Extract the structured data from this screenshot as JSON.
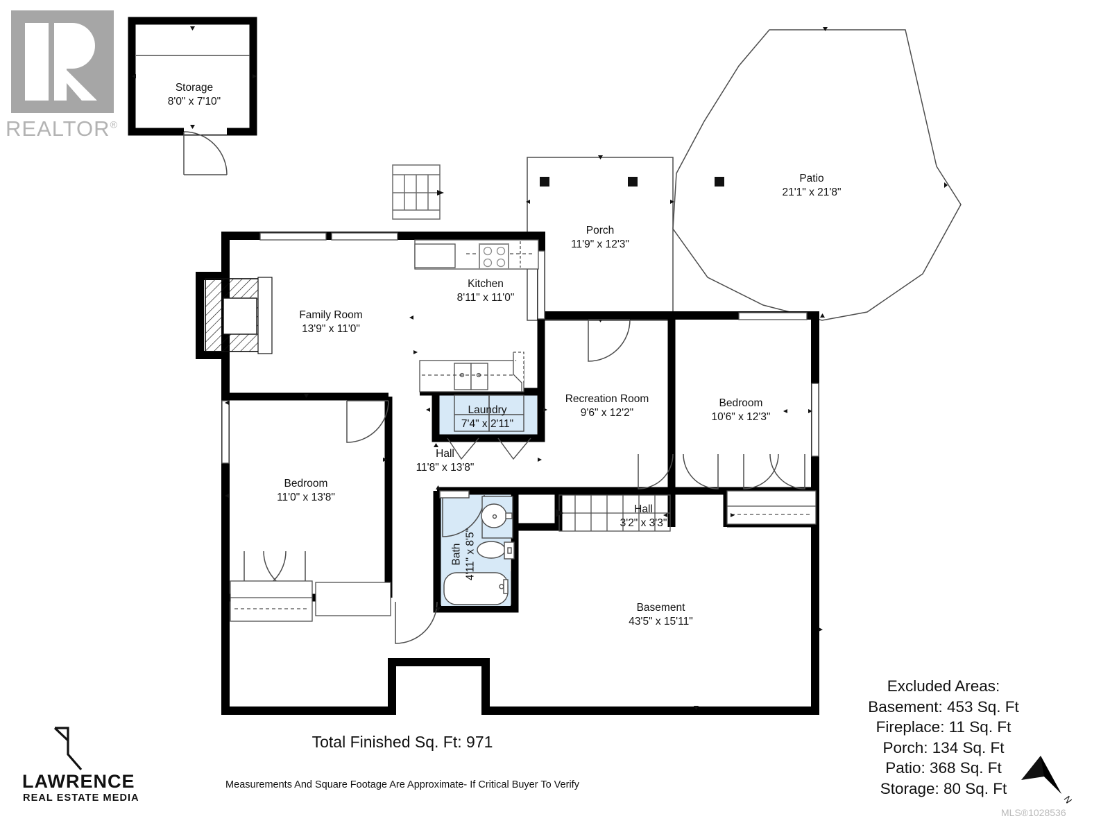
{
  "branding": {
    "realtor_logo": "realtor-logo",
    "realtor_word": "REALTOR",
    "realtor_reg": "®",
    "lawrence_name": "LAWRENCE",
    "lawrence_sub": "REAL ESTATE MEDIA",
    "mls_watermark": "MLS®1028536"
  },
  "summary": {
    "total_label": "Total Finished Sq. Ft: 971",
    "disclaimer": "Measurements And Square Footage Are Approximate- If Critical Buyer To Verify"
  },
  "excluded": {
    "title": "Excluded Areas:",
    "items": [
      "Basement: 453 Sq. Ft",
      "Fireplace: 11 Sq. Ft",
      "Porch: 134 Sq. Ft",
      "Patio: 368 Sq. Ft",
      "Storage: 80 Sq. Ft"
    ]
  },
  "rooms": [
    {
      "id": "storage",
      "name": "Storage",
      "dims": "8'0\" x 7'10\""
    },
    {
      "id": "patio",
      "name": "Patio",
      "dims": "21'1\" x 21'8\""
    },
    {
      "id": "porch",
      "name": "Porch",
      "dims": "11'9\" x 12'3\""
    },
    {
      "id": "kitchen",
      "name": "Kitchen",
      "dims": "8'11\" x 11'0\""
    },
    {
      "id": "family-room",
      "name": "Family Room",
      "dims": "13'9\" x 11'0\""
    },
    {
      "id": "recreation",
      "name": "Recreation Room",
      "dims": "9'6\" x 12'2\""
    },
    {
      "id": "bedroom-right",
      "name": "Bedroom",
      "dims": "10'6\" x 12'3\""
    },
    {
      "id": "laundry",
      "name": "Laundry",
      "dims": "7'4\" x 2'11\""
    },
    {
      "id": "hall-main",
      "name": "Hall",
      "dims": "11'8\" x 13'8\""
    },
    {
      "id": "hall-small",
      "name": "Hall",
      "dims": "3'2\" x 3'3\""
    },
    {
      "id": "bedroom-left",
      "name": "Bedroom",
      "dims": "11'0\" x 13'8\""
    },
    {
      "id": "bath",
      "name": "Bath",
      "dims": "4'11\" x 8'5\""
    },
    {
      "id": "basement",
      "name": "Basement",
      "dims": "43'5\" x 15'11\""
    }
  ],
  "compass": {
    "label": "N"
  },
  "colors": {
    "wall": "#000000",
    "wet_room_fill": "#d7e9f7",
    "thin_line": "#4d4d4d",
    "logo_grey": "#a6a6a6",
    "watermark_grey": "#b9b9b9"
  }
}
